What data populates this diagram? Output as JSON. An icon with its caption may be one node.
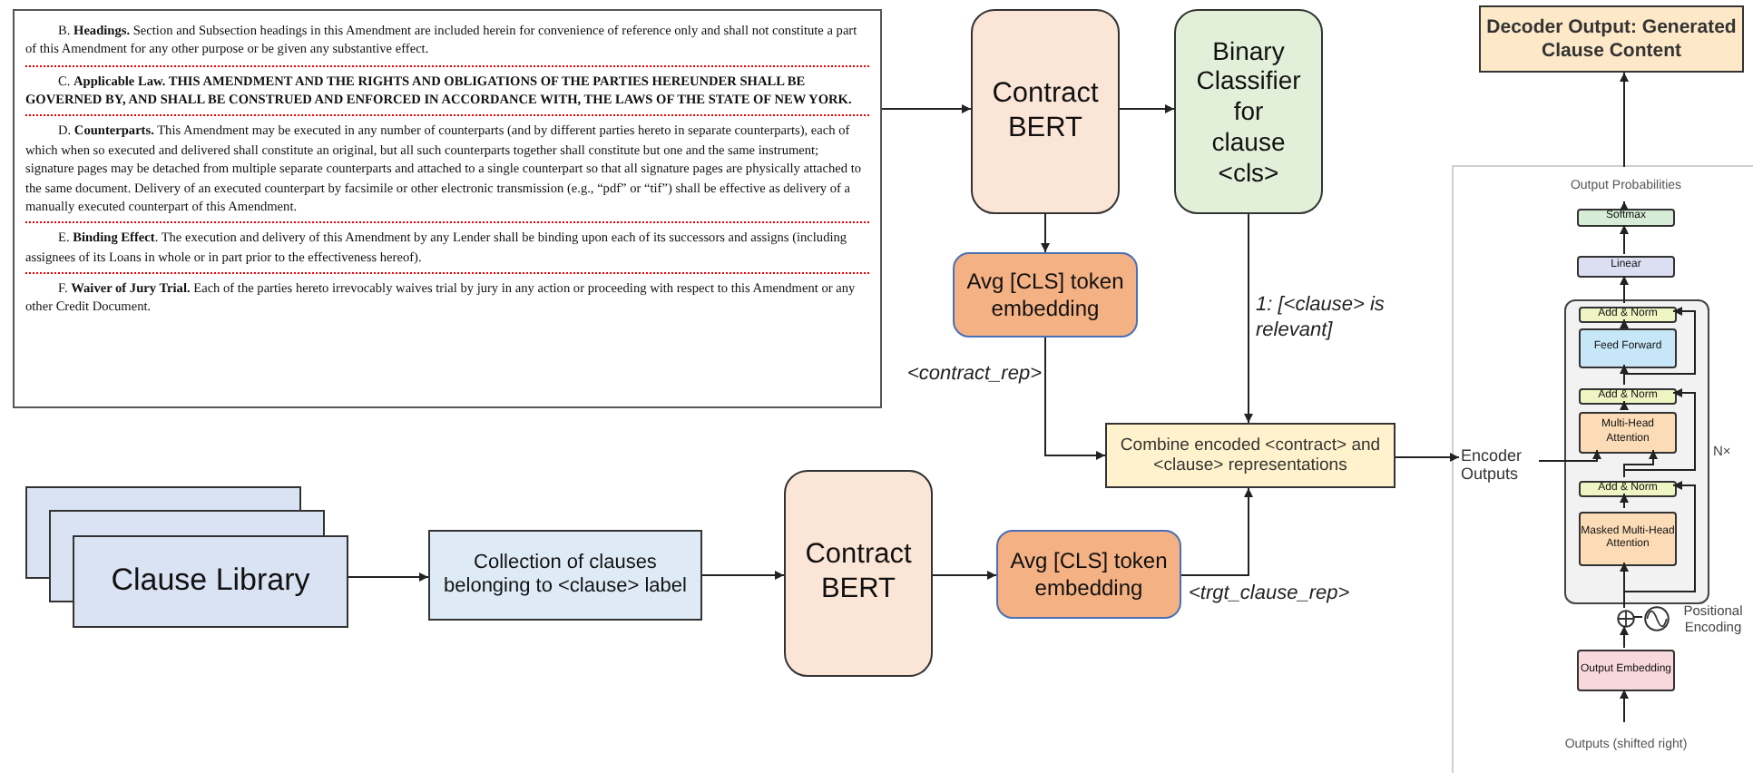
{
  "diagram": {
    "nodes": [
      {
        "text": [
          "B. **Headings.** Section and Subsection headings in this Amendment are included herein for convenience of reference only and shall not constitute a part of this Amendment for any other purpose or be given any substantive effect.",
          "C. **Applicable Law. THIS AMENDMENT AND THE RIGHTS AND OBLIGATIONS OF THE PARTIES HEREUNDER SHALL BE GOVERNED BY, AND SHALL BE CONSTRUED AND ENFORCED IN ACCORDANCE WITH, THE LAWS OF THE STATE OF NEW YORK.**",
          "D. **Counterparts.** This Amendment may be executed in any number of counterparts (and by different parties hereto in separate counterparts), each of which when so executed and delivered shall constitute an original, but all such counterparts together shall constitute but one and the same instrument; signature pages may be detached from multiple separate counterparts and attached to a single counterpart so that all signature pages are physically attached to the same document. Delivery of an executed counterpart by facsimile or other electronic transmission (e.g., “pdf” or “tif”) shall be effective as delivery of a manually executed counterpart of this Amendment.",
          "E. **Binding Effect**. The execution and delivery of this Amendment by any Lender shall be binding upon each of its successors and assigns (including assignees of its Loans in whole or in part prior to the effectiveness hereof).",
          "F. **Waiver of Jury Trial.** Each of the parties hereto irrevocably waives trial by jury in any action or proceeding with respect to this Amendment or any other Credit Document."
        ]
      },
      {
        "text": [
          "Contract BERT"
        ]
      },
      {
        "text": [
          "Binary Classifier for clause <cls>"
        ]
      },
      {
        "text": [
          "Avg [CLS] token embedding"
        ]
      },
      {
        "text": [
          "Combine encoded <contract> and <clause> representations"
        ]
      },
      {
        "text": [
          "Clause Library"
        ]
      },
      {
        "text": [
          "Collection of clauses belonging to <clause> label"
        ]
      },
      {
        "text": [
          "Contract BERT"
        ]
      },
      {
        "text": [
          "Avg [CLS] token embedding"
        ]
      },
      {
        "text": [],
        "shape": "box"
      },
      {
        "text": [
          "Decoder Output: Generated Clause Content"
        ]
      },
      {
        "text": [
          "Output Probabilities"
        ],
        "in": 9
      },
      {
        "text": [
          "Softmax"
        ],
        "in": 9
      },
      {
        "text": [
          "Linear"
        ],
        "in": 9
      },
      {
        "text": [],
        "shape": "box",
        "in": 9,
        "beside": [
          "N×"
        ]
      },
      {
        "text": [
          "Add & Norm"
        ],
        "in": 14
      },
      {
        "text": [
          "Feed Forward"
        ],
        "in": 14
      },
      {
        "text": [
          "Add & Norm"
        ],
        "in": 14
      },
      {
        "text": [
          "Multi-Head Attention"
        ],
        "in": 14
      },
      {
        "text": [
          "Add & Norm"
        ],
        "in": 14
      },
      {
        "text": [
          "Masked Multi-Head Attention"
        ],
        "in": 14
      },
      {
        "text": [
          "Encoder Outputs"
        ],
        "in": 9
      },
      {
        "text": [],
        "shape": "circle",
        "in": 9
      },
      {
        "text": [],
        "shape": "circle",
        "in": 9,
        "beside": [
          "Positional Encoding"
        ]
      },
      {
        "text": [
          "Output Embedding"
        ],
        "in": 9
      },
      {
        "text": [
          "Outputs (shifted right)"
        ],
        "in": 9
      }
    ],
    "edges": [
      {
        "from": 0,
        "to": 1,
        "arrow": "to"
      },
      {
        "from": 1,
        "to": 2,
        "arrow": "to"
      },
      {
        "from": 1,
        "to": 3,
        "arrow": "to"
      },
      {
        "from": 2,
        "to": 4,
        "arrow": "to",
        "label": "1: [<clause> is relevant]"
      },
      {
        "from": 3,
        "to": 4,
        "arrow": "to",
        "label": "<contract_rep>"
      },
      {
        "from": 5,
        "to": 6,
        "arrow": "to"
      },
      {
        "from": 6,
        "to": 7,
        "arrow": "to"
      },
      {
        "from": 7,
        "to": 8,
        "arrow": "to"
      },
      {
        "from": 8,
        "to": 4,
        "arrow": "to",
        "label": "<trgt_clause_rep>"
      },
      {
        "from": 4,
        "to": 21,
        "arrow": "to"
      },
      {
        "from": 21,
        "to": 18,
        "arrow": "to"
      },
      {
        "from": 25,
        "to": 24,
        "arrow": "to"
      },
      {
        "from": 24,
        "to": 22,
        "arrow": "to"
      },
      {
        "from": 23,
        "to": 22,
        "arrow": "none"
      },
      {
        "from": 22,
        "to": 20,
        "arrow": "to"
      },
      {
        "from": 22,
        "to": 19,
        "arrow": "to"
      },
      {
        "from": 20,
        "to": 19,
        "arrow": "to"
      },
      {
        "from": 19,
        "to": 18,
        "arrow": "to"
      },
      {
        "from": 19,
        "to": 17,
        "arrow": "to"
      },
      {
        "from": 18,
        "to": 17,
        "arrow": "to"
      },
      {
        "from": 17,
        "to": 16,
        "arrow": "to"
      },
      {
        "from": 17,
        "to": 15,
        "arrow": "to"
      },
      {
        "from": 16,
        "to": 15,
        "arrow": "to"
      },
      {
        "from": 15,
        "to": 13,
        "arrow": "to"
      },
      {
        "from": 13,
        "to": 12,
        "arrow": "to"
      },
      {
        "from": 12,
        "to": 11,
        "arrow": "to"
      },
      {
        "from": 11,
        "to": 10,
        "arrow": "to"
      }
    ]
  }
}
